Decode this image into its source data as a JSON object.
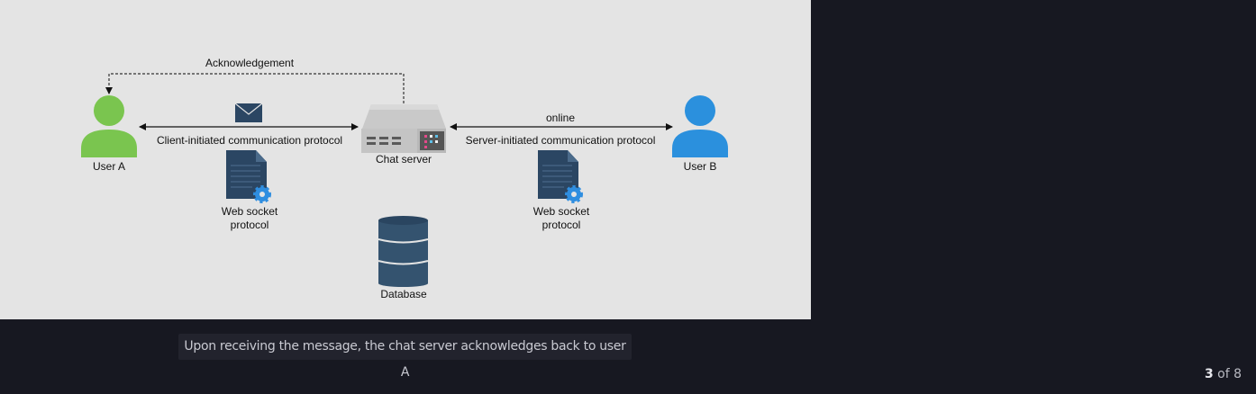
{
  "diagram": {
    "user_a": "User A",
    "user_b": "User B",
    "chat_server": "Chat server",
    "database": "Database",
    "ack_label": "Acknowledgement",
    "client_protocol": "Client-initiated communication protocol",
    "server_protocol": "Server-initiated communication protocol",
    "online_label": "online",
    "ws_left_line1": "Web socket",
    "ws_left_line2": "protocol",
    "ws_right_line1": "Web socket",
    "ws_right_line2": "protocol"
  },
  "caption": "Upon receiving the message, the chat server acknowledges back to user A",
  "pager": {
    "current": "3",
    "of_total": "of 8"
  },
  "colors": {
    "user_a": "#7ac54f",
    "user_b": "#2b90dd",
    "doc": "#2b4663",
    "gear": "#2f8ee0",
    "database": "#34536f",
    "canvas": "#e4e4e4",
    "background": "#171821"
  }
}
